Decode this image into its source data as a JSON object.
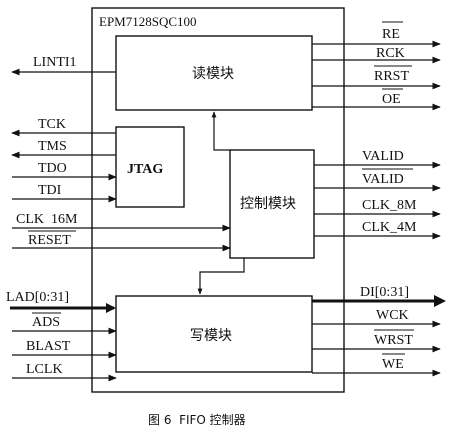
{
  "chip": {
    "title": "EPM7128SQC100"
  },
  "modules": {
    "read": "读模块",
    "jtag": "JTAG",
    "control": "控制模块",
    "write": "写模块"
  },
  "signals": {
    "re": "RE",
    "rck": "RCK",
    "rrst": "RRST",
    "oe": "OE",
    "linti": "LINTI1",
    "tck": "TCK",
    "tms": "TMS",
    "tdo": "TDO",
    "tdi": "TDI",
    "clk16": "CLK  16M",
    "reset": "RESET",
    "valid": "VALID",
    "valid_n": "VALID",
    "clk8": "CLK_8M",
    "clk4": "CLK_4M",
    "lad": "LAD[0:31]",
    "ads": "ADS",
    "blast": "BLAST",
    "lclk": "LCLK",
    "di": "DI[0:31]",
    "wck": "WCK",
    "wrst": "WRST",
    "we": "WE"
  },
  "caption": "图 6  FIFO 控制器"
}
